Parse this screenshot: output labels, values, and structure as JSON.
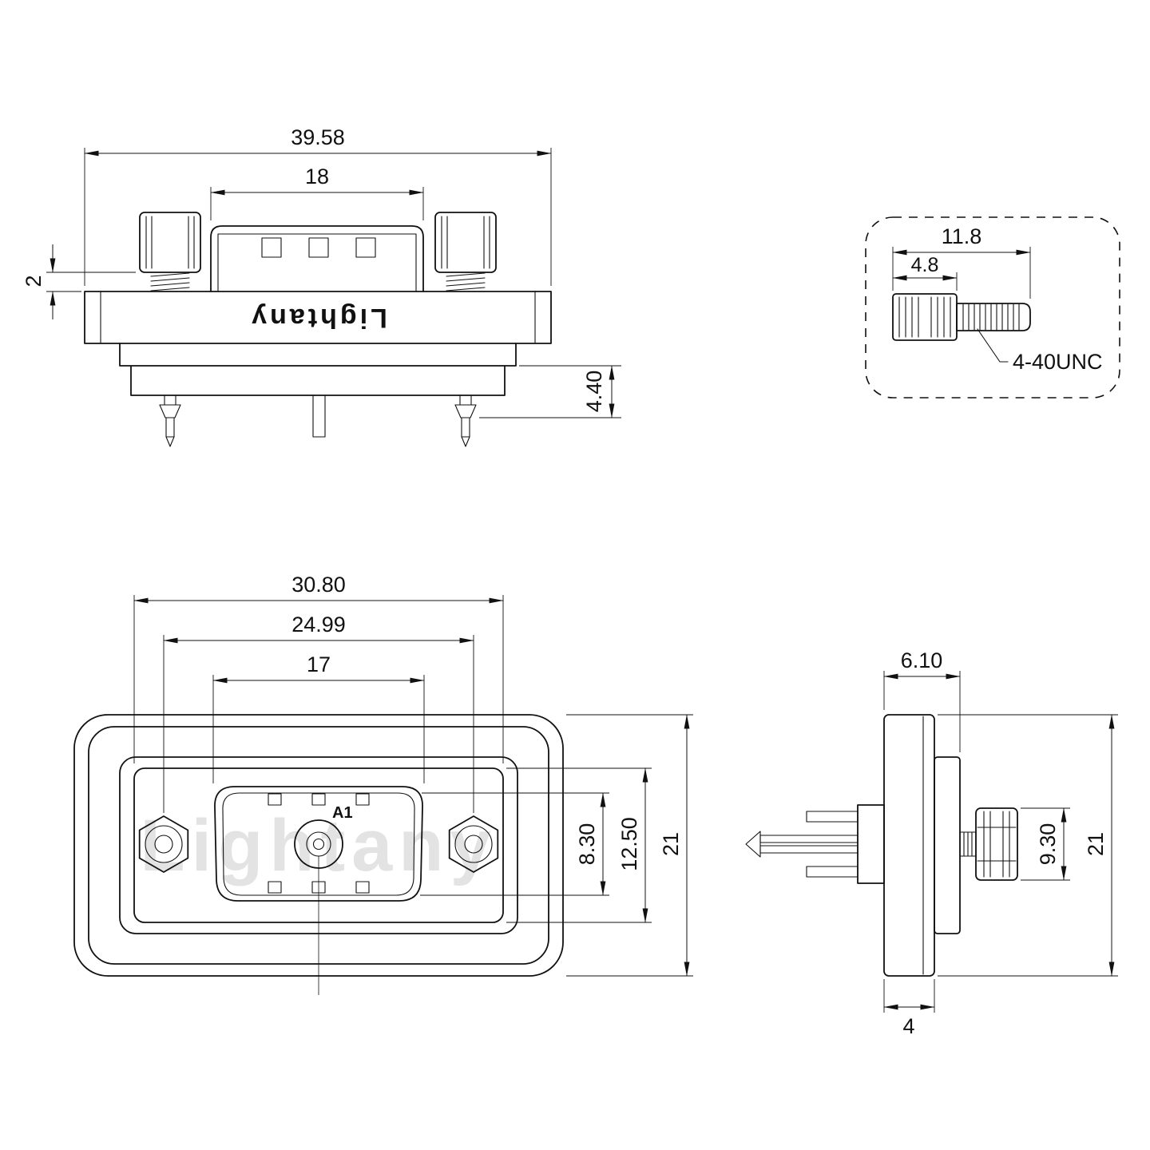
{
  "brand": {
    "logo_text": "Lightany",
    "watermark_text": "Lightany"
  },
  "top_view": {
    "dim_overall_width": "39.58",
    "dim_shell_width": "18",
    "dim_screw_gap": "2",
    "dim_rear_depth": "4.40"
  },
  "screw_detail": {
    "dim_total_length": "11.8",
    "dim_head_length": "4.8",
    "thread_spec": "4-40UNC"
  },
  "front_view": {
    "dim_flange_width": "30.80",
    "dim_mount_spacing": "24.99",
    "dim_insert_width": "17",
    "dim_insert_height": "8.30",
    "dim_shell_height": "12.50",
    "dim_flange_height": "21",
    "contact_label": "A1"
  },
  "side_view": {
    "dim_front_depth": "6.10",
    "dim_screw_head": "9.30",
    "dim_height": "21",
    "dim_flange_thickness": "4"
  }
}
